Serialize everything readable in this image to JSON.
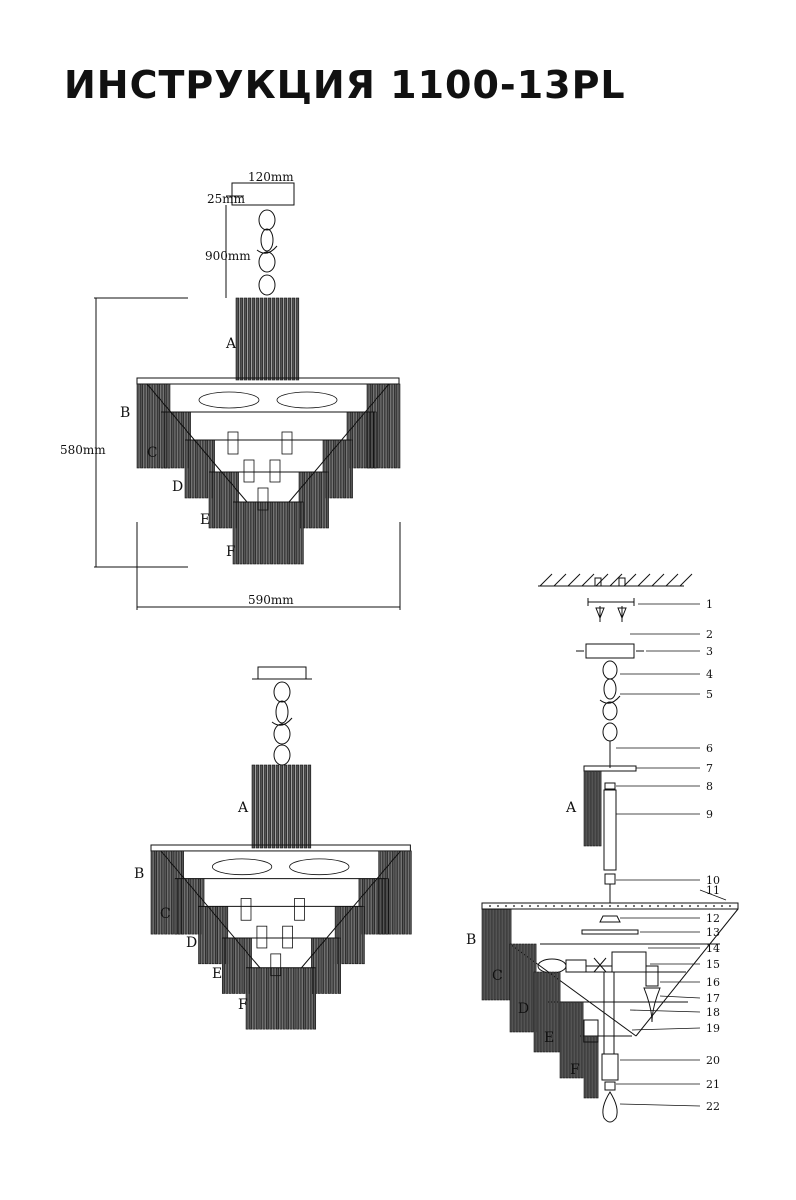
{
  "title": "ИНСТРУКЦИЯ 1100-13PL",
  "dimensions": {
    "canopy_width": "120mm",
    "canopy_height": "25mm",
    "chain_length": "900mm",
    "body_height": "580mm",
    "body_width": "590mm"
  },
  "tier_labels": [
    "A",
    "B",
    "C",
    "D",
    "E",
    "F"
  ],
  "part_numbers": [
    "1",
    "2",
    "3",
    "4",
    "5",
    "6",
    "7",
    "8",
    "9",
    "10",
    "11",
    "12",
    "13",
    "14",
    "15",
    "16",
    "17",
    "18",
    "19",
    "20",
    "21",
    "22"
  ]
}
